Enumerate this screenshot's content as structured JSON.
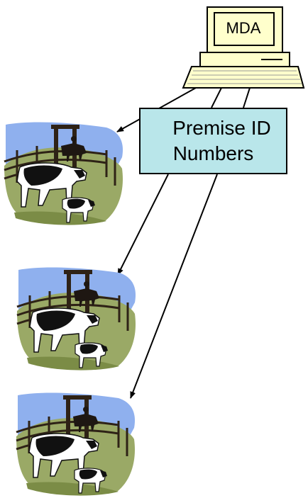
{
  "computer": {
    "screen_label": "MDA"
  },
  "id_box": {
    "line1": "Premise ID",
    "line2": "Numbers"
  },
  "farms": [
    {
      "icon": "farm-clipart"
    },
    {
      "icon": "farm-clipart"
    },
    {
      "icon": "farm-clipart"
    }
  ],
  "colors": {
    "computer_body": "#ffffcc",
    "id_box_fill": "#b9e6ea",
    "sky": "#8fb0ee",
    "grass": "#9aa966",
    "fence": "#2e2216"
  }
}
